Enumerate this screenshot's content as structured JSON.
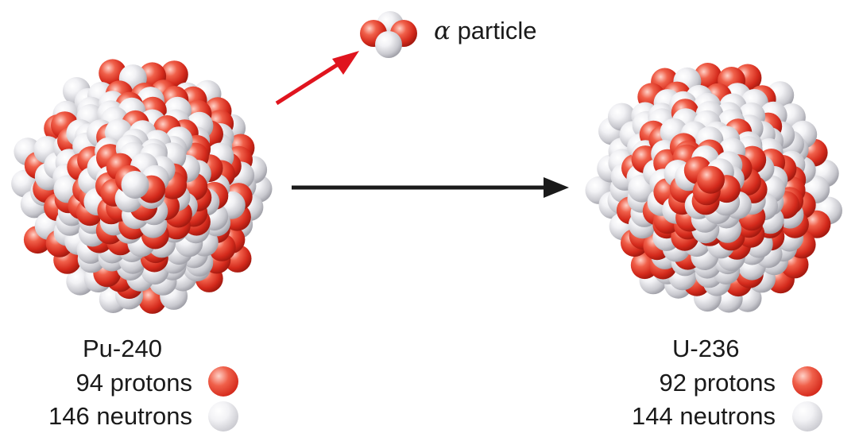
{
  "colors": {
    "proton": "#e2392a",
    "neutron": "#e6e6ea",
    "alpha_arrow": "#e0141e",
    "main_arrow": "#1a1a1a"
  },
  "alpha": {
    "symbol": "α",
    "label": "particle"
  },
  "parent": {
    "name": "Pu-240",
    "protons_label": "94 protons",
    "neutrons_label": "146 neutrons",
    "protons": 94,
    "neutrons": 146
  },
  "daughter": {
    "name": "U-236",
    "protons_label": "92 protons",
    "neutrons_label": "144 neutrons",
    "protons": 92,
    "neutrons": 144
  }
}
